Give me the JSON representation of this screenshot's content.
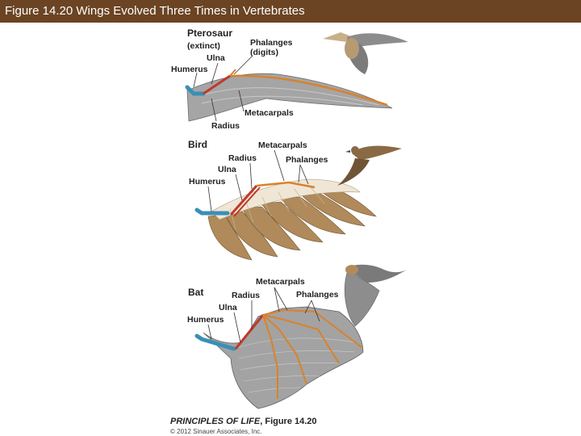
{
  "header": {
    "title": "Figure 14.20 Wings Evolved Three Times in Vertebrates"
  },
  "pterosaur": {
    "title_line1": "Pterosaur",
    "title_line2": "(extinct)",
    "labels": {
      "phalanges_line1": "Phalanges",
      "phalanges_line2": "(digits)",
      "ulna": "Ulna",
      "humerus": "Humerus",
      "metacarpals": "Metacarpals",
      "radius": "Radius"
    }
  },
  "bird": {
    "title": "Bird",
    "labels": {
      "metacarpals": "Metacarpals",
      "radius": "Radius",
      "phalanges": "Phalanges",
      "ulna": "Ulna",
      "humerus": "Humerus"
    }
  },
  "bat": {
    "title": "Bat",
    "labels": {
      "metacarpals": "Metacarpals",
      "radius": "Radius",
      "phalanges": "Phalanges",
      "ulna": "Ulna",
      "humerus": "Humerus"
    }
  },
  "caption": {
    "book": "PRINCIPLES OF LIFE",
    "figure": ", Figure 14.20",
    "copyright": "© 2012 Sinauer Associates, Inc."
  },
  "colors": {
    "header_bg": "#6b4423",
    "humerus": "#3a8fb5",
    "bone_red": "#c0392b",
    "bone_orange": "#d9822b",
    "membrane_gray": "#9a9a9a",
    "feather_tan": "#b08a5a"
  }
}
